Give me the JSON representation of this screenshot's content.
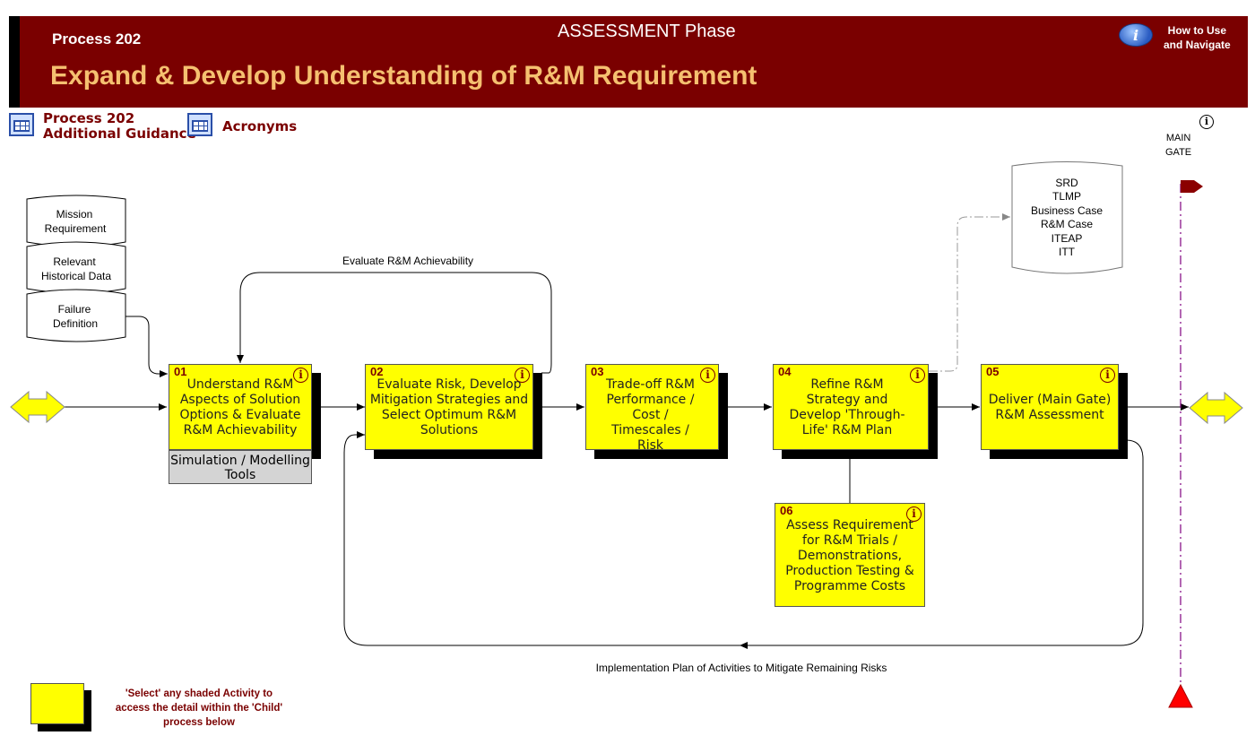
{
  "header": {
    "process_label": "Process 202",
    "phase": "ASSESSMENT Phase",
    "title": "Expand & Develop Understanding of R&M Requirement",
    "help_line1": "How to Use",
    "help_line2": "and Navigate",
    "help_icon": "info-icon"
  },
  "links": {
    "guidance_line1": "Process 202",
    "guidance_line2": "Additional Guidance",
    "acronyms": "Acronyms",
    "icon": "table-icon"
  },
  "inputs": [
    "Mission Requirement",
    "Relevant Historical Data",
    "Failure Definition"
  ],
  "input_lines": [
    [
      "Mission",
      "Requirement"
    ],
    [
      "Relevant",
      "Historical Data"
    ],
    [
      "Failure",
      "Definition"
    ]
  ],
  "outputs": [
    "SRD",
    "TLMP",
    "Business Case",
    "R&M Case",
    "ITEAP",
    "ITT"
  ],
  "flows": {
    "loop_top": "Evaluate R&M Achievability",
    "loop_bottom": "Implementation Plan of Activities to Mitigate Remaining Risks"
  },
  "activities": {
    "a01": {
      "num": "01",
      "label": "Understand R&M Aspects of Solution Options & Evaluate R&M Achievability"
    },
    "a02": {
      "num": "02",
      "label": "Evaluate Risk, Develop Mitigation Strategies and Select Optimum R&M Solutions"
    },
    "a03": {
      "num": "03",
      "label": "Trade-off R&M Performance / Cost / Timescales / Risk"
    },
    "a04": {
      "num": "04",
      "label": "Refine R&M Strategy and Develop 'Through-Life' R&M Plan"
    },
    "a05": {
      "num": "05",
      "label": "Deliver (Main Gate) R&M Assessment"
    },
    "a06": {
      "num": "06",
      "label": "Assess Requirement for R&M Trials / Demonstrations, Production Testing & Programme Costs"
    }
  },
  "info_glyph": "i",
  "tool": "Simulation / Modelling Tools",
  "main_gate": {
    "line1": "MAIN",
    "line2": "GATE"
  },
  "legend": "'Select' any shaded Activity to access the detail within the 'Child' process below",
  "colors": {
    "header_bg": "#7a0000",
    "title": "#f5c070",
    "activity": "#ffff00",
    "arrow_yellow": "#ffff00",
    "gate_line": "#800080",
    "gate_marker": "#ff0000"
  }
}
